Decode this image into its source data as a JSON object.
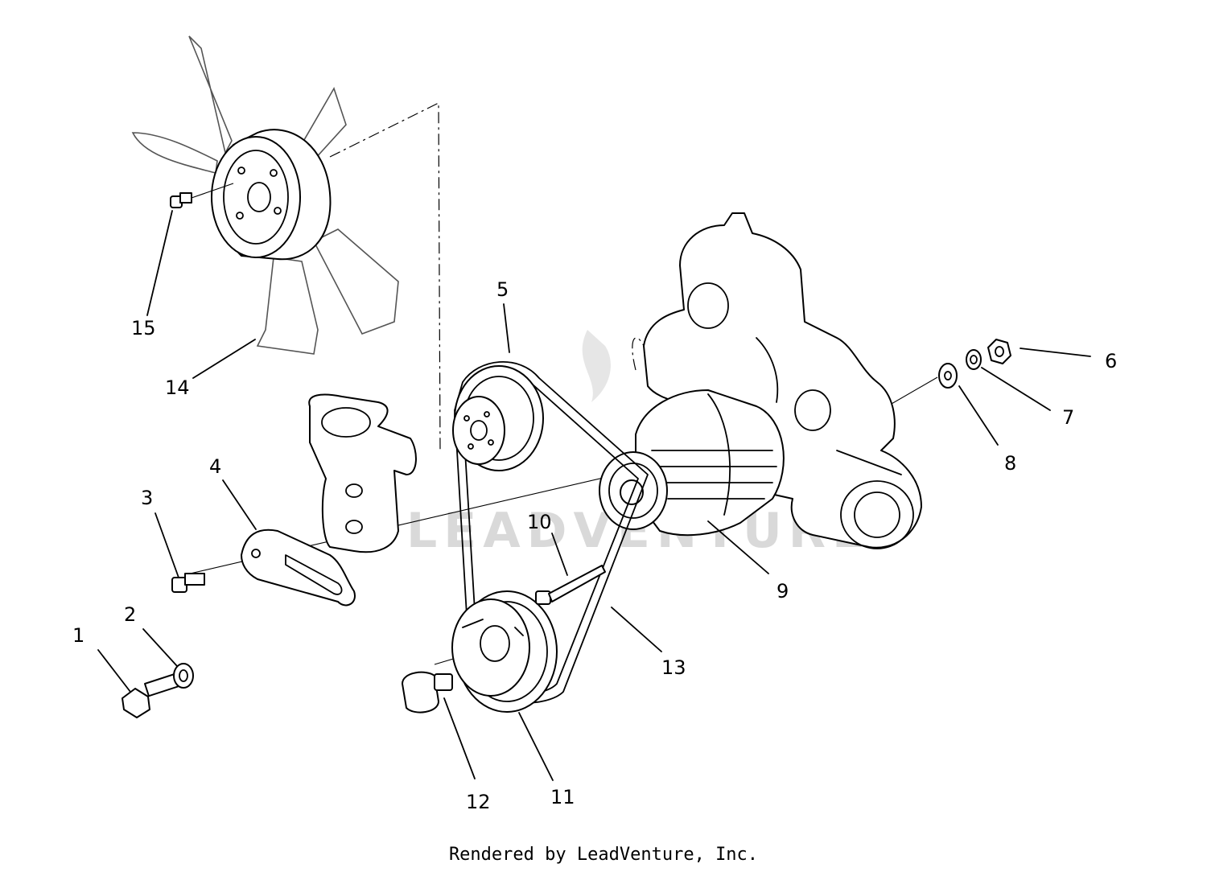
{
  "diagram": {
    "labels": {
      "l1": "1",
      "l2": "2",
      "l3": "3",
      "l4": "4",
      "l5": "5",
      "l6": "6",
      "l7": "7",
      "l8": "8",
      "l9": "9",
      "l10": "10",
      "l11": "11",
      "l12": "12",
      "l13": "13",
      "l14": "14",
      "l15": "15"
    },
    "watermark": "LEADVENTURE",
    "footer": "Rendered by LeadVenture, Inc."
  }
}
